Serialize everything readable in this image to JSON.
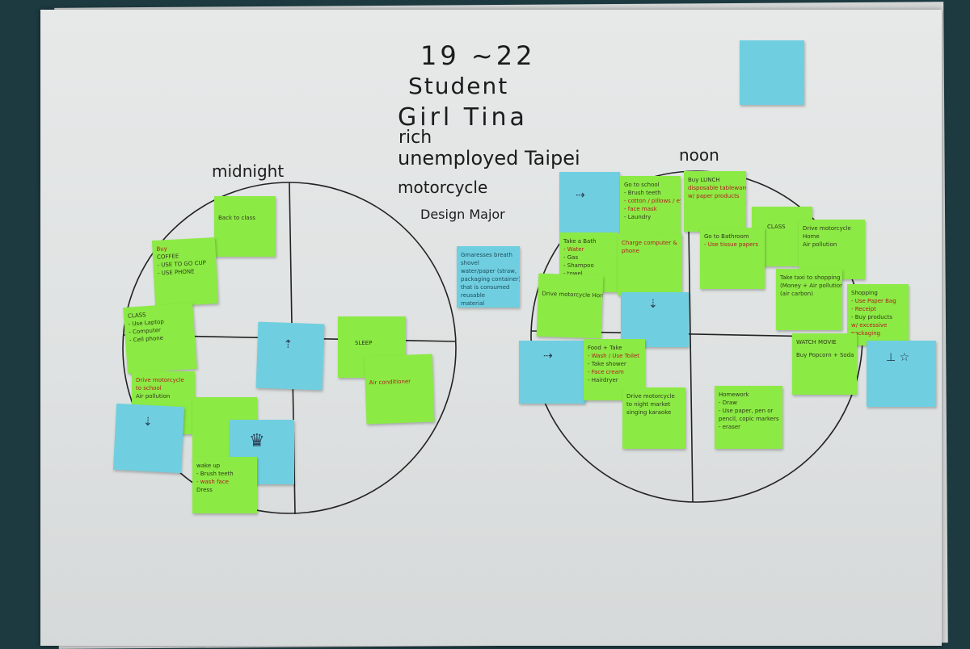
{
  "persona": {
    "age": "19 ~22",
    "role": "Student",
    "name": "Girl Tina",
    "wealth": "rich",
    "status": "unemployed Taipei",
    "vehicle": "motorcycle",
    "major": "Design Major"
  },
  "clocks": {
    "left": {
      "label": "midnight"
    },
    "right": {
      "label": "noon"
    }
  },
  "notes": {
    "back_to_class": "Back to class",
    "buy_coffee": [
      "Buy",
      "COFFEE",
      "- USE TO GO CUP",
      "- USE PHONE"
    ],
    "class_laptop": [
      "CLASS",
      "- Use Laptop",
      "- Computer",
      "- Cell phone"
    ],
    "sleep": "SLEEP",
    "air_conditioner": "Air conditioner",
    "drive_motorcycle_school": [
      "Drive motorcycle",
      "to school",
      "Air pollution"
    ],
    "wake_up": [
      "wake up",
      "- Brush teeth",
      "- wash face",
      "Dress"
    ],
    "center_note": [
      "Gmaresses breath",
      "shovel",
      "water/paper (straw,",
      "packaging container)",
      "that is consumed",
      "reusable",
      "material"
    ],
    "go_to_school": [
      "Go to school",
      "- Brush teeth",
      "- cotton / pillows / eyes",
      "- face mask",
      "- Laundry"
    ],
    "buy_lunch": [
      "Buy LUNCH",
      "disposable tableware",
      "w/ paper products"
    ],
    "take_bath": [
      "Take a Bath",
      "- Water",
      "- Gas",
      "- Shampoo",
      "- towel"
    ],
    "charge_phone": [
      "Charge computer &",
      "phone"
    ],
    "class_right": "CLASS",
    "drive_home": [
      "Drive motorcycle",
      "Home",
      "Air pollution"
    ],
    "go_to_bathroom": [
      "Go to Bathroom",
      "- Use tissue papers"
    ],
    "take_taxi": [
      "Take taxi to shopping",
      "(Money + Air pollution)",
      "(air carbon)"
    ],
    "shopping": [
      "Shopping",
      "- Use Paper Bag",
      "- Receipt",
      "- Buy products",
      "w/ excessive",
      "packaging"
    ],
    "drive_to_home2": "Drive motorcycle Home",
    "food_shower": [
      "Food + Take",
      "- Wash / Use Toilet",
      "- Take shower",
      "- Face cream",
      "- Hairdryer"
    ],
    "drive_night_market": [
      "Drive motorcycle",
      "to night market",
      "",
      "singing karaoke"
    ],
    "watch_movie": [
      "WATCH MOVIE",
      "Buy Popcorn + Soda"
    ],
    "homework": [
      "Homework",
      "- Draw",
      "- Use paper, pen or",
      "pencil, copic markers",
      "- eraser"
    ]
  },
  "colors": {
    "note_green": "#8cea45",
    "note_blue": "#6fcfe0",
    "highlight_red": "#b02020",
    "board_bg": "#1d3a40"
  }
}
